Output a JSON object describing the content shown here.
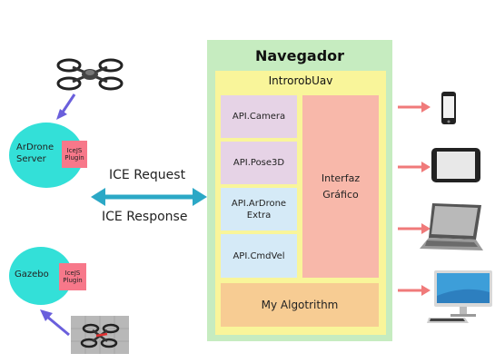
{
  "browser": {
    "title": "Navegador",
    "app": {
      "title": "IntrorobUav",
      "apis": [
        "API.Camera",
        "API.Pose3D",
        "API.ArDrone Extra",
        "API.CmdVel"
      ],
      "gui_label": "Interfaz Gráfico",
      "algorithm_label": "My Algotrithm"
    }
  },
  "servers": {
    "ardrone": {
      "label": "ArDrone Server",
      "plugin": "IceJS Plugin"
    },
    "gazebo": {
      "label": "Gazebo",
      "plugin": "IceJS Plugin"
    }
  },
  "connection": {
    "request": "ICE Request",
    "response": "ICE Response"
  },
  "colors": {
    "browser_bg": "#c6ecc0",
    "app_bg": "#f9f59a",
    "api_purple": "#e6d3e6",
    "api_blue": "#d5eaf7",
    "gui_bg": "#f8b8aa",
    "algorithm_bg": "#f7cc93",
    "server": "#33e0d8",
    "plugin": "#f7788a",
    "double_arrow": "#2ba8c6",
    "device_arrow": "#f07a7a",
    "input_arrow": "#6a5fdc"
  },
  "icons": [
    "drone-icon",
    "gazebo-sim-icon",
    "smartphone-icon",
    "tablet-icon",
    "laptop-icon",
    "desktop-monitor-icon"
  ]
}
